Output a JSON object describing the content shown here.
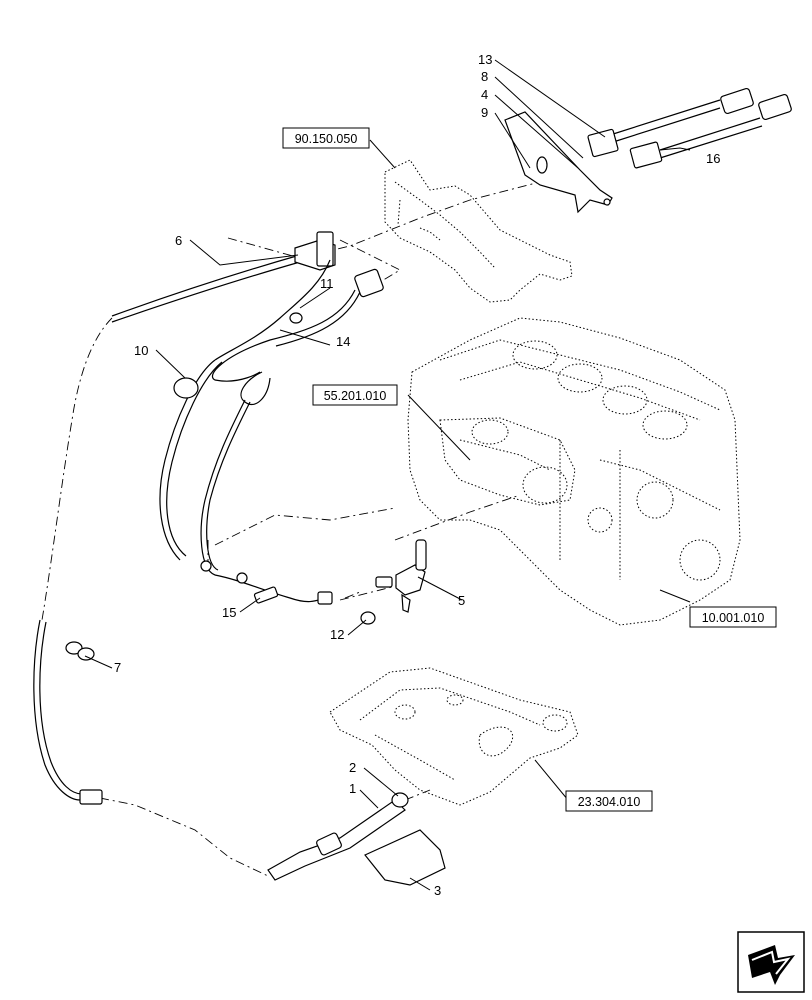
{
  "diagram": {
    "callouts": [
      "1",
      "2",
      "3",
      "4",
      "5",
      "6",
      "7",
      "8",
      "9",
      "10",
      "11",
      "12",
      "13",
      "14",
      "15",
      "16"
    ],
    "references": [
      "90.150.050",
      "55.201.010",
      "10.001.010",
      "23.304.010"
    ]
  },
  "nav_icon": "next-page-arrow-icon"
}
